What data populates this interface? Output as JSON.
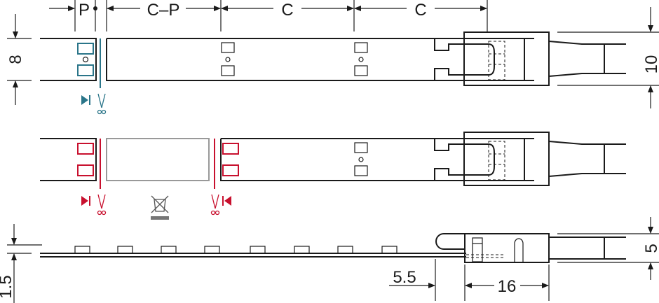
{
  "dimensions": {
    "pitch": "P",
    "c_minus_p": "C–P",
    "c1": "C",
    "c2": "C",
    "width_strip": "8",
    "width_connector": "10",
    "height_connector": "5",
    "thickness_strip": "1.5",
    "offset": "5.5",
    "length_connector": "16"
  },
  "colors": {
    "ok_cut": "#2a7589",
    "waste_cut": "#c8102e",
    "line": "#1a1a1a"
  },
  "icons": [
    "cut-direction-icon",
    "scissors-icon",
    "waste-bin-crossed-icon"
  ]
}
